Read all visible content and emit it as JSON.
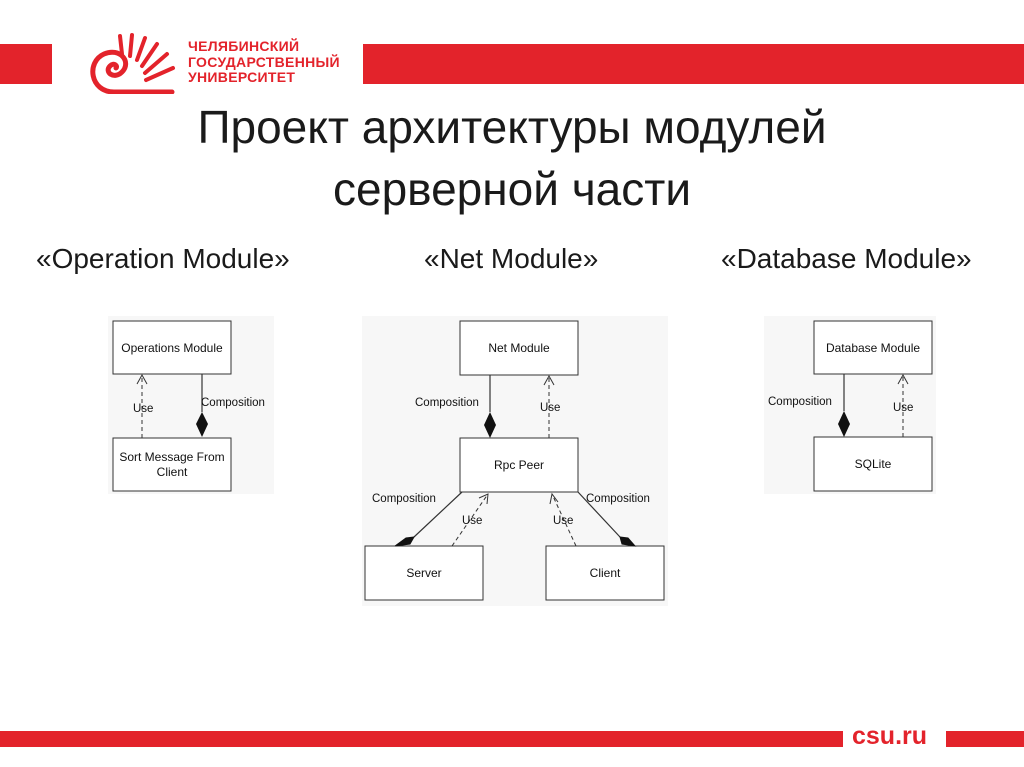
{
  "header": {
    "org_lines": [
      "ЧЕЛЯБИНСКИЙ",
      "ГОСУДАРСТВЕННЫЙ",
      "УНИВЕРСИТЕТ"
    ],
    "logo_icon": "spiral-logo-icon",
    "accent_color": "#e3232b"
  },
  "title": {
    "line1": "Проект архитектуры модулей",
    "line2": "серверной части"
  },
  "modules": {
    "operation": {
      "heading": "«Operation Module»",
      "boxes": {
        "top": "Operations Module",
        "bottom_line1": "Sort Message From",
        "bottom_line2": "Client"
      },
      "edges": {
        "use": "Use",
        "composition": "Composition"
      }
    },
    "net": {
      "heading": "«Net Module»",
      "boxes": {
        "top": "Net Module",
        "middle": "Rpc Peer",
        "left": "Server",
        "right": "Client"
      },
      "edges": {
        "composition_top": "Composition",
        "use_top": "Use",
        "composition_left": "Composition",
        "use_left": "Use",
        "use_right": "Use",
        "composition_right": "Composition"
      }
    },
    "database": {
      "heading": "«Database Module»",
      "boxes": {
        "top": "Database Module",
        "bottom": "SQLite"
      },
      "edges": {
        "composition": "Composition",
        "use": "Use"
      }
    }
  },
  "footer": {
    "site": "csu.ru"
  }
}
